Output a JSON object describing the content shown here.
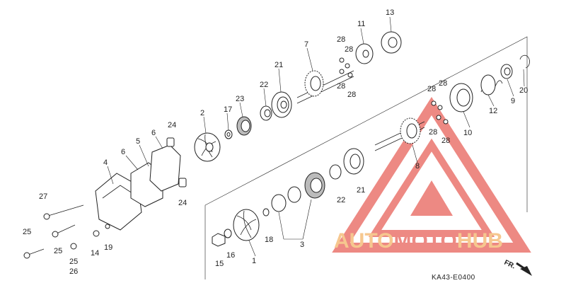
{
  "diagram": {
    "code": "KA43-E0400",
    "direction": "FR.",
    "watermark": {
      "part1": "AUTO",
      "part2": "MOTO",
      "part3": "HUB",
      "color1": "#f4b56a",
      "color2": "#e8625a"
    },
    "callouts": {
      "n1": "1",
      "n2": "2",
      "n3": "3",
      "n4": "4",
      "n5": "5",
      "n6a": "6",
      "n6b": "6",
      "n7": "7",
      "n8": "8",
      "n9": "9",
      "n10": "10",
      "n11": "11",
      "n12": "12",
      "n13": "13",
      "n14": "14",
      "n15": "15",
      "n16": "16",
      "n17": "17",
      "n18": "18",
      "n19": "19",
      "n20": "20",
      "n21a": "21",
      "n21b": "21",
      "n22a": "22",
      "n22b": "22",
      "n23": "23",
      "n24a": "24",
      "n24b": "24",
      "n25a": "25",
      "n25b": "25",
      "n25c": "25",
      "n26": "26",
      "n27": "27",
      "n28a": "28",
      "n28b": "28",
      "n28c": "28",
      "n28d": "28",
      "n28e": "28",
      "n28f": "28",
      "n28g": "28",
      "n28h": "28"
    }
  }
}
